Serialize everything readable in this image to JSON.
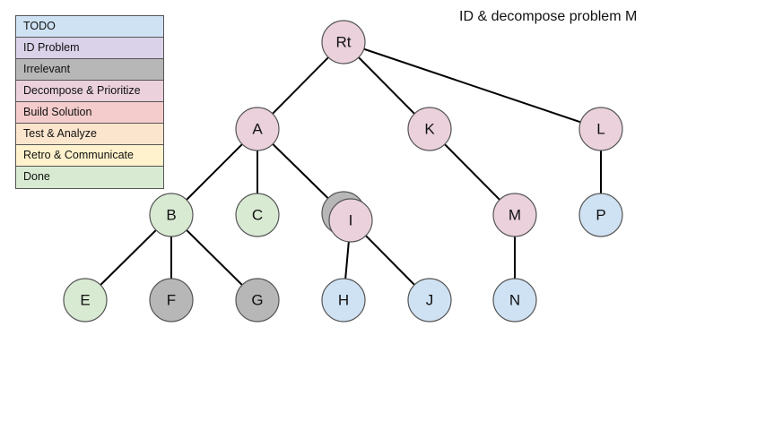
{
  "legend": [
    {
      "label": "TODO",
      "color": "#cfe2f3"
    },
    {
      "label": "ID Problem",
      "color": "#d9d2e9"
    },
    {
      "label": "Irrelevant",
      "color": "#b7b7b7"
    },
    {
      "label": "Decompose & Prioritize",
      "color": "#ead1dc"
    },
    {
      "label": "Build Solution",
      "color": "#f4cccc"
    },
    {
      "label": "Test & Analyze",
      "color": "#fce5cd"
    },
    {
      "label": "Retro & Communicate",
      "color": "#fff2cc"
    },
    {
      "label": "Done",
      "color": "#d9ead3"
    }
  ],
  "title": "ID & decompose problem M",
  "nodes": [
    {
      "id": "Rt",
      "label": "Rt",
      "status": "Decompose & Prioritize"
    },
    {
      "id": "A",
      "label": "A",
      "status": "Decompose & Prioritize"
    },
    {
      "id": "K",
      "label": "K",
      "status": "Decompose & Prioritize"
    },
    {
      "id": "L",
      "label": "L",
      "status": "Decompose & Prioritize"
    },
    {
      "id": "B",
      "label": "B",
      "status": "Done"
    },
    {
      "id": "C",
      "label": "C",
      "status": "Done"
    },
    {
      "id": "D",
      "label": "",
      "status": "Irrelevant"
    },
    {
      "id": "I",
      "label": "I",
      "status": "Decompose & Prioritize"
    },
    {
      "id": "M",
      "label": "M",
      "status": "Decompose & Prioritize"
    },
    {
      "id": "P",
      "label": "P",
      "status": "TODO"
    },
    {
      "id": "E",
      "label": "E",
      "status": "Done"
    },
    {
      "id": "F",
      "label": "F",
      "status": "Irrelevant"
    },
    {
      "id": "G",
      "label": "G",
      "status": "Irrelevant"
    },
    {
      "id": "H",
      "label": "H",
      "status": "TODO"
    },
    {
      "id": "J",
      "label": "J",
      "status": "TODO"
    },
    {
      "id": "N",
      "label": "N",
      "status": "TODO"
    }
  ],
  "edges": [
    [
      "Rt",
      "A"
    ],
    [
      "Rt",
      "K"
    ],
    [
      "Rt",
      "L"
    ],
    [
      "A",
      "B"
    ],
    [
      "A",
      "C"
    ],
    [
      "A",
      "I"
    ],
    [
      "K",
      "M"
    ],
    [
      "L",
      "P"
    ],
    [
      "B",
      "E"
    ],
    [
      "B",
      "F"
    ],
    [
      "B",
      "G"
    ],
    [
      "I",
      "H"
    ],
    [
      "I",
      "J"
    ],
    [
      "M",
      "N"
    ]
  ]
}
